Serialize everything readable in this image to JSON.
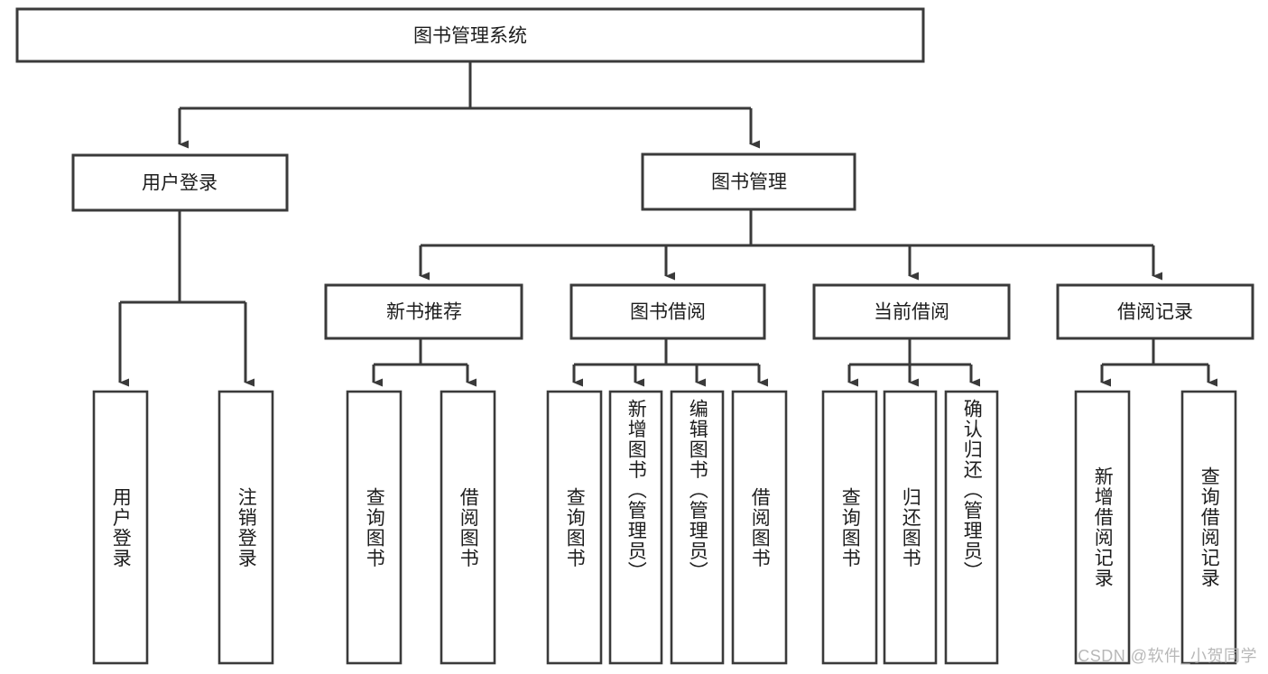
{
  "diagram": {
    "type": "tree",
    "title": "图书管理系统",
    "root": {
      "id": "root",
      "label": "图书管理系统",
      "orientation": "horizontal"
    },
    "level2": [
      {
        "id": "user-login",
        "label": "用户登录",
        "orientation": "horizontal"
      },
      {
        "id": "book-management",
        "label": "图书管理",
        "orientation": "horizontal"
      }
    ],
    "level3": [
      {
        "id": "new-book-recommend",
        "label": "新书推荐",
        "orientation": "horizontal",
        "parent": "book-management"
      },
      {
        "id": "book-borrow",
        "label": "图书借阅",
        "orientation": "horizontal",
        "parent": "book-management"
      },
      {
        "id": "current-borrow",
        "label": "当前借阅",
        "orientation": "horizontal",
        "parent": "book-management"
      },
      {
        "id": "borrow-record",
        "label": "借阅记录",
        "orientation": "horizontal",
        "parent": "book-management"
      }
    ],
    "leaves": [
      {
        "id": "leaf-user-login",
        "label": "用户登录",
        "orientation": "vertical",
        "parent": "user-login"
      },
      {
        "id": "leaf-user-logout",
        "label": "注销登录",
        "orientation": "vertical",
        "parent": "user-login"
      },
      {
        "id": "leaf-query-book-1",
        "label": "查询图书",
        "orientation": "vertical",
        "parent": "new-book-recommend"
      },
      {
        "id": "leaf-borrow-book-1",
        "label": "借阅图书",
        "orientation": "vertical",
        "parent": "new-book-recommend"
      },
      {
        "id": "leaf-query-book-2",
        "label": "查询图书",
        "orientation": "vertical",
        "parent": "book-borrow"
      },
      {
        "id": "leaf-add-book",
        "label": "新增图书（管理员）",
        "orientation": "vertical",
        "parent": "book-borrow"
      },
      {
        "id": "leaf-edit-book",
        "label": "编辑图书（管理员）",
        "orientation": "vertical",
        "parent": "book-borrow"
      },
      {
        "id": "leaf-borrow-book-2",
        "label": "借阅图书",
        "orientation": "vertical",
        "parent": "book-borrow"
      },
      {
        "id": "leaf-query-book-3",
        "label": "查询图书",
        "orientation": "vertical",
        "parent": "current-borrow"
      },
      {
        "id": "leaf-return-book",
        "label": "归还图书",
        "orientation": "vertical",
        "parent": "current-borrow"
      },
      {
        "id": "leaf-confirm-return",
        "label": "确认归还（管理员）",
        "orientation": "vertical",
        "parent": "current-borrow"
      },
      {
        "id": "leaf-add-record",
        "label": "新增借阅记录",
        "orientation": "vertical",
        "parent": "borrow-record"
      },
      {
        "id": "leaf-query-record",
        "label": "查询借阅记录",
        "orientation": "vertical",
        "parent": "borrow-record"
      }
    ]
  },
  "watermark": {
    "text": "CSDN @软件_小贺同学"
  },
  "colors": {
    "stroke": "#3a3a3a",
    "text": "#1d1d1d",
    "background": "#ffffff",
    "watermark": "#b8b8b8"
  }
}
